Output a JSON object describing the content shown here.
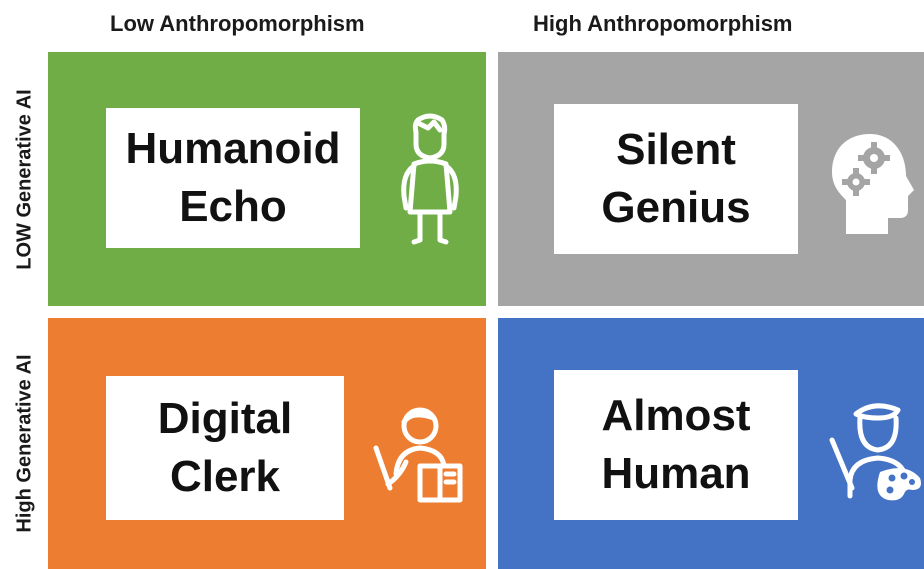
{
  "column_headers": {
    "left": "Low Anthropomorphism",
    "right": "High Anthropomorphism"
  },
  "row_headers": {
    "top": "LOW Generative AI",
    "bottom": "High Generative AI"
  },
  "quadrants": {
    "top_left": {
      "line1": "Humanoid",
      "line2": "Echo",
      "color": "#70ad47",
      "icon": "humanoid-figure-icon"
    },
    "top_right": {
      "line1": "Silent",
      "line2": "Genius",
      "color": "#a5a5a5",
      "icon": "head-with-gears-icon"
    },
    "bottom_left": {
      "line1": "Digital",
      "line2": "Clerk",
      "color": "#ed7d31",
      "icon": "teacher-with-book-icon"
    },
    "bottom_right": {
      "line1": "Almost",
      "line2": "Human",
      "color": "#4472c4",
      "icon": "artist-with-palette-icon"
    }
  }
}
